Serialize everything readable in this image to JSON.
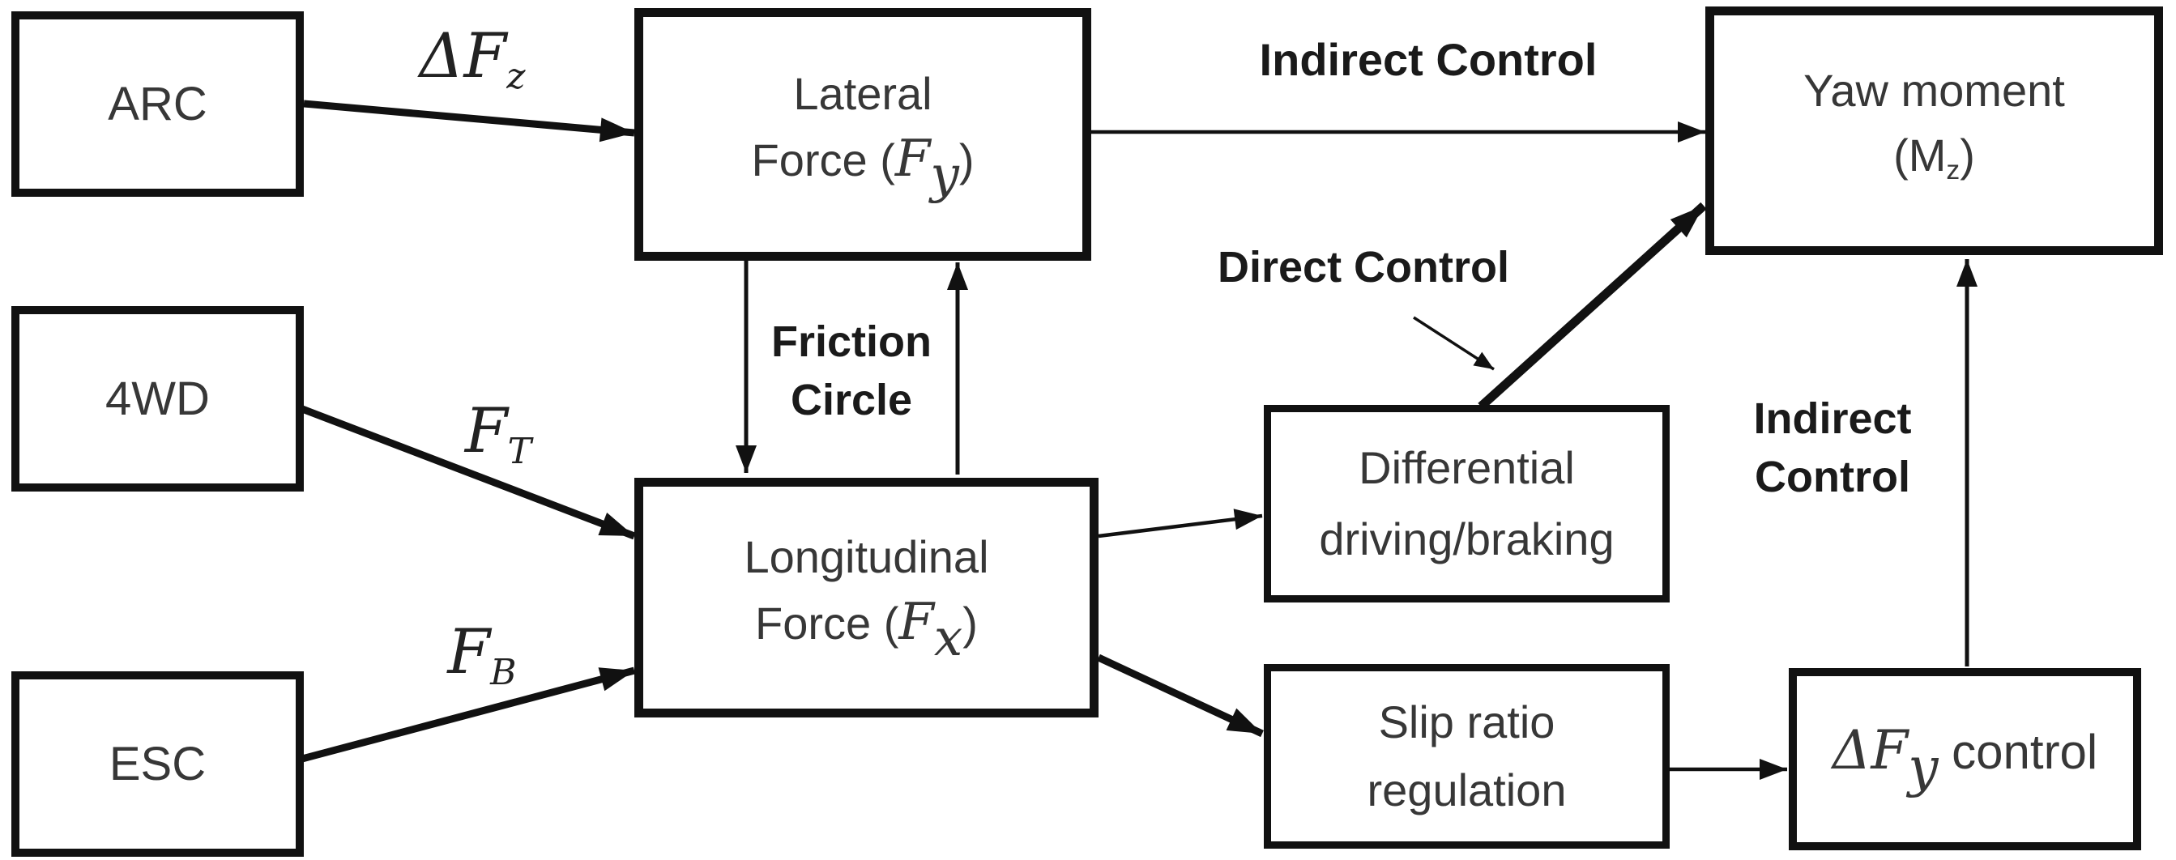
{
  "colors": {
    "background": "#ffffff",
    "ink": "#111111",
    "box_text": "#373737",
    "label_text": "#1a1a1a"
  },
  "nodes": {
    "arc": {
      "label": "ARC"
    },
    "fourwd": {
      "label": "4WD"
    },
    "esc": {
      "label": "ESC"
    },
    "lateral": {
      "line1": "Lateral",
      "line2_pre": "Force (",
      "line2_sym": "F",
      "line2_sub": "y",
      "line2_post": ")"
    },
    "longitudinal": {
      "line1": "Longitudinal",
      "line2_pre": "Force (",
      "line2_sym": "F",
      "line2_sub": "x",
      "line2_post": ")"
    },
    "differential": {
      "line1": "Differential",
      "line2": "driving/braking"
    },
    "slip": {
      "line1": "Slip ratio",
      "line2": "regulation"
    },
    "dfy": {
      "delta": "Δ",
      "sym": "F",
      "sub": "y",
      "rest": " control"
    },
    "yaw": {
      "line1": "Yaw moment",
      "pre": "(",
      "sym": "M",
      "sub": "z",
      "post": ")"
    }
  },
  "edge_labels": {
    "dfz": {
      "delta": "Δ",
      "sym": "F",
      "sub": "z"
    },
    "ft": {
      "sym": "F",
      "sub": "T"
    },
    "fb": {
      "sym": "F",
      "sub": "B"
    },
    "indirect_top": "Indirect Control",
    "direct": "Direct Control",
    "friction1": "Friction",
    "friction2": "Circle",
    "indirect_right1": "Indirect",
    "indirect_right2": "Control"
  },
  "edges": [
    {
      "from": "ARC",
      "to": "Lateral Force (Fy)",
      "label": "ΔFz",
      "style": "thick"
    },
    {
      "from": "4WD",
      "to": "Longitudinal Force (Fx)",
      "label": "FT",
      "style": "thick"
    },
    {
      "from": "ESC",
      "to": "Longitudinal Force (Fx)",
      "label": "FB",
      "style": "thick"
    },
    {
      "from": "Lateral Force (Fy)",
      "to": "Yaw moment (Mz)",
      "label": "Indirect Control",
      "style": "thin"
    },
    {
      "from": "Lateral Force (Fy)",
      "to": "Longitudinal Force (Fx)",
      "label": "Friction Circle",
      "bidirectional": true,
      "style": "thin"
    },
    {
      "from": "Longitudinal Force (Fx)",
      "to": "Differential driving/braking",
      "label": "",
      "style": "thin"
    },
    {
      "from": "Differential driving/braking",
      "to": "Yaw moment (Mz)",
      "label": "Direct Control",
      "style": "thick"
    },
    {
      "from": "Longitudinal Force (Fx)",
      "to": "Slip ratio regulation",
      "label": "",
      "style": "thick"
    },
    {
      "from": "Slip ratio regulation",
      "to": "ΔFy control",
      "label": "",
      "style": "thin"
    },
    {
      "from": "ΔFy control",
      "to": "Yaw moment (Mz)",
      "label": "Indirect Control",
      "style": "thin"
    }
  ]
}
